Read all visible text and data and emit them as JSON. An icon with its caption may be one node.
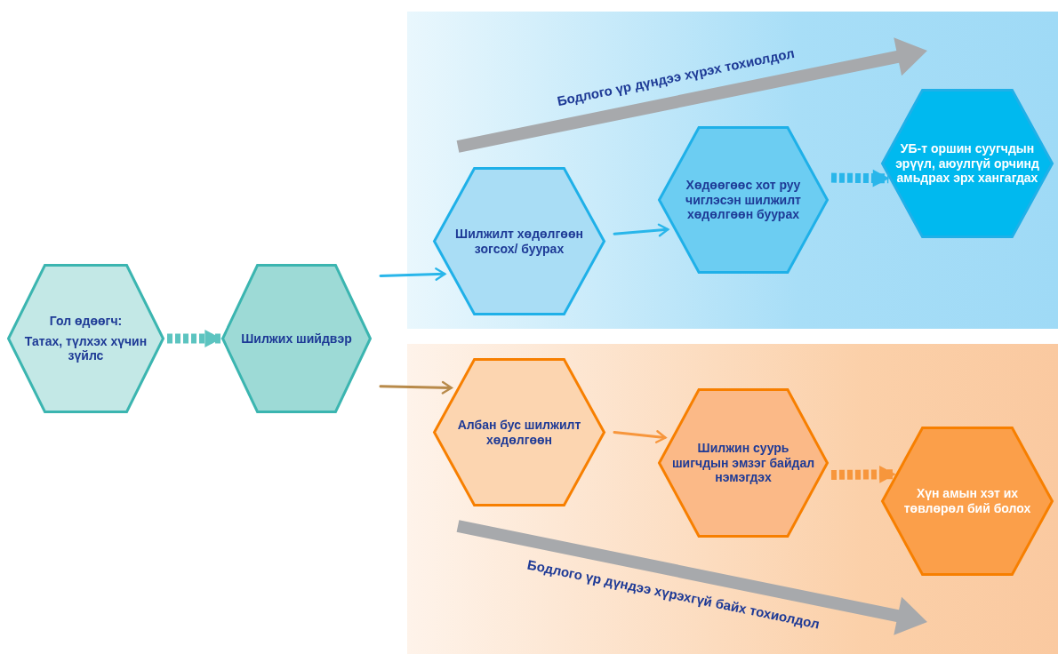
{
  "diagram": {
    "nodes": [
      {
        "text": [
          "Гол өдөөгч:",
          "Татах, түлхэх хүчин зүйлс"
        ]
      },
      {
        "text": [
          "Шилжих шийдвэр"
        ]
      },
      {
        "text": [
          "Шилжилт хөдөлгөөн зогсох/ буурах"
        ]
      },
      {
        "text": [
          "Хөдөөгөөс хот руу чиглэсэн шилжилт хөдөлгөөн буурах"
        ]
      },
      {
        "text": [
          "УБ-т оршин суугчдын эрүүл, аюулгүй орчинд амьдрах эрх хангагдах"
        ]
      },
      {
        "text": [
          "Албан бус шилжилт хөдөлгөөн"
        ]
      },
      {
        "text": [
          "Шилжин суурь шигчдын эмзэг байдал нэмэгдэх"
        ]
      },
      {
        "text": [
          "Хүн амын хэт их төвлөрөл бий болох"
        ]
      }
    ],
    "edges": [
      {
        "from": 0,
        "to": 1,
        "arrow": "to",
        "style": "dashed",
        "color": "#5cc4c0"
      },
      {
        "from": 1,
        "to": 2,
        "arrow": "to",
        "color": "#29b6ea"
      },
      {
        "from": 1,
        "to": 5,
        "arrow": "to",
        "color": "#b88a4a"
      },
      {
        "from": 2,
        "to": 3,
        "arrow": "to",
        "color": "#29b6ea"
      },
      {
        "from": 3,
        "to": 4,
        "arrow": "to",
        "style": "dashed",
        "color": "#29b6ea"
      },
      {
        "from": 5,
        "to": 6,
        "arrow": "to",
        "color": "#f7963c"
      },
      {
        "from": 6,
        "to": 7,
        "arrow": "to",
        "style": "dashed",
        "color": "#f7963c"
      }
    ],
    "labels": [
      "Бодлого үр дүндээ хүрэх тохиолдол",
      "Бодлого үр дүндээ хүрэхгүй байх тохиолдол"
    ]
  }
}
